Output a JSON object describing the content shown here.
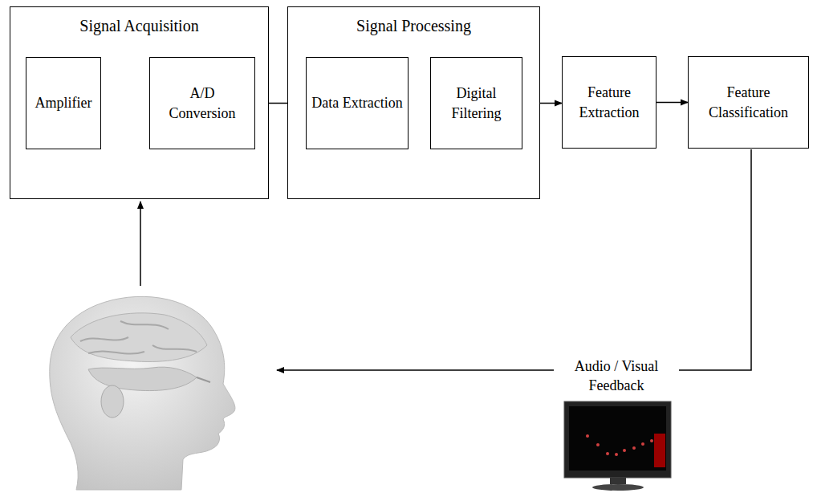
{
  "diagram": {
    "nodes": [
      {
        "text": [
          "Signal Acquisition"
        ]
      },
      {
        "text": [
          "Amplifier"
        ],
        "in": 0
      },
      {
        "text": [
          "A/D Conversion"
        ],
        "in": 0
      },
      {
        "text": [
          "Signal Processing"
        ]
      },
      {
        "text": [
          "Data Extraction"
        ],
        "in": 3
      },
      {
        "text": [
          "Digital Filtering"
        ],
        "in": 3
      },
      {
        "text": [
          "Feature Extraction"
        ]
      },
      {
        "text": [
          "Feature Classification"
        ]
      }
    ],
    "edges": [
      {
        "from": 1,
        "to": 2,
        "arrow": "to"
      },
      {
        "from": 2,
        "to": 4,
        "arrow": "to"
      },
      {
        "from": 4,
        "to": 5,
        "arrow": "to"
      },
      {
        "from": 5,
        "to": 6,
        "arrow": "to"
      },
      {
        "from": 6,
        "to": 7,
        "arrow": "to"
      }
    ],
    "labels": [
      "Audio / Visual Feedback"
    ]
  }
}
